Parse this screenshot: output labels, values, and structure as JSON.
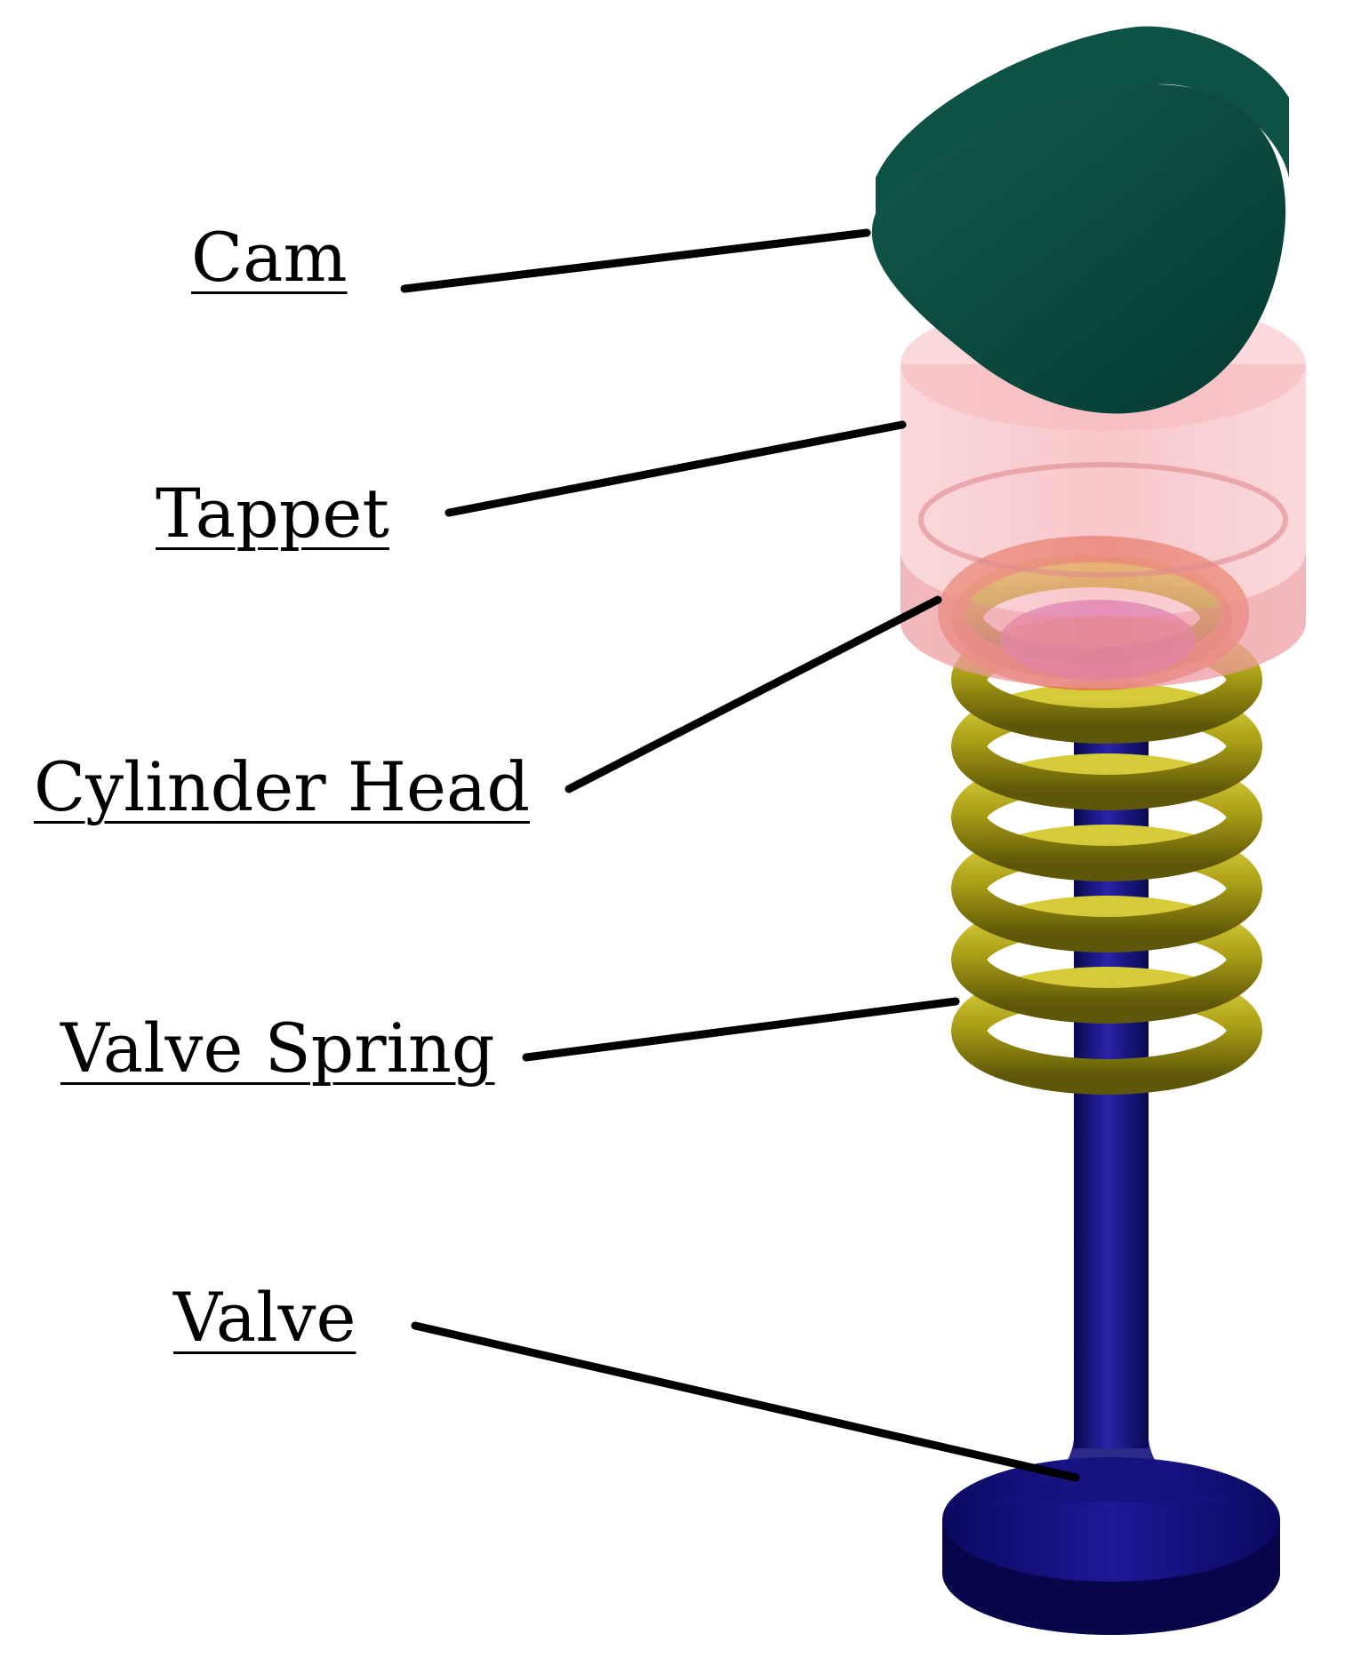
{
  "labels": {
    "cam": "Cam",
    "tappet": "Tappet",
    "cylinder_head": "Cylinder Head",
    "valve_spring": "Valve Spring",
    "valve": "Valve"
  },
  "colors": {
    "cam": "#0c4a3e",
    "tappet": "#f4a6ac",
    "cylinder_head": "#e07a52",
    "spring": "#a39a12",
    "valve": "#14107a",
    "leader": "#000000"
  }
}
